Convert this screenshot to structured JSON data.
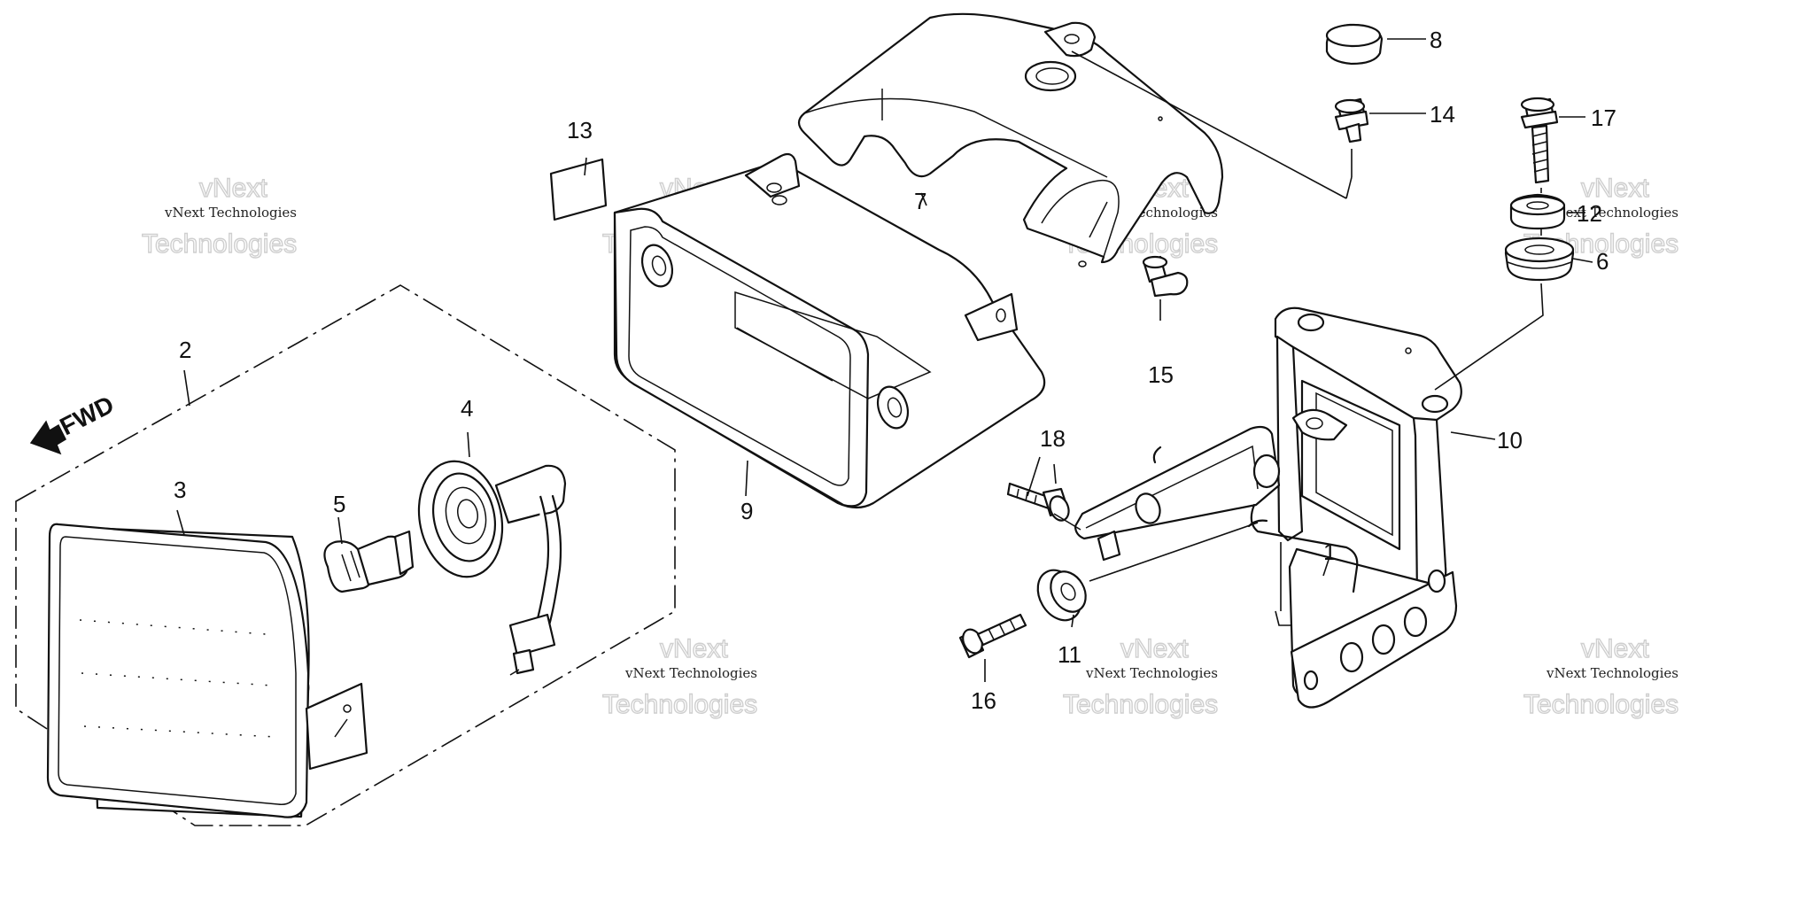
{
  "diagram": {
    "direction_label": "FWD",
    "callouts": {
      "c1": "1",
      "c2": "2",
      "c3": "3",
      "c4": "4",
      "c5": "5",
      "c6": "6",
      "c7": "7",
      "c8": "8",
      "c9": "9",
      "c10": "10",
      "c11": "11",
      "c12": "12",
      "c13": "13",
      "c14": "14",
      "c15": "15",
      "c16": "16",
      "c17": "17",
      "c18": "18"
    },
    "watermark": {
      "line1": "vNext Technologies",
      "line2": "vNext",
      "line3": "Technologies"
    }
  }
}
